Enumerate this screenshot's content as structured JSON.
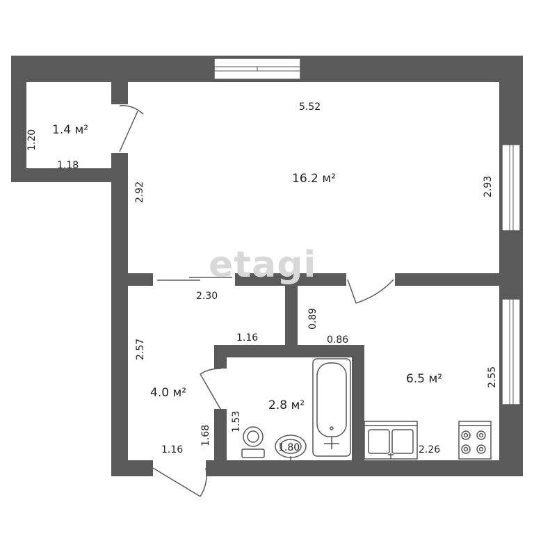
{
  "watermark": "etagi",
  "rooms": {
    "balcony": {
      "area": "1.4 м²",
      "width": "1.18",
      "depth": "1.20"
    },
    "living": {
      "area": "16.2 м²",
      "width": "5.52",
      "depth_right": "2.93",
      "depth_left": "2.92"
    },
    "hall": {
      "area": "4.0 м²",
      "depth": "2.57",
      "width": "1.16",
      "door_wall": "1.68"
    },
    "bathroom": {
      "area": "2.8 м²",
      "width": "1.16",
      "depth": "1.53",
      "tub_length": "1.80"
    },
    "kitchen": {
      "area": "6.5 м²",
      "depth": "2.55",
      "width": "2.26",
      "passage_width": "0.86",
      "passage_depth": "0.89"
    },
    "partition": {
      "width": "2.30"
    }
  },
  "colors": {
    "wall": "#5a5a5a",
    "window": "#ffffff",
    "fixture_stroke": "#555555"
  }
}
